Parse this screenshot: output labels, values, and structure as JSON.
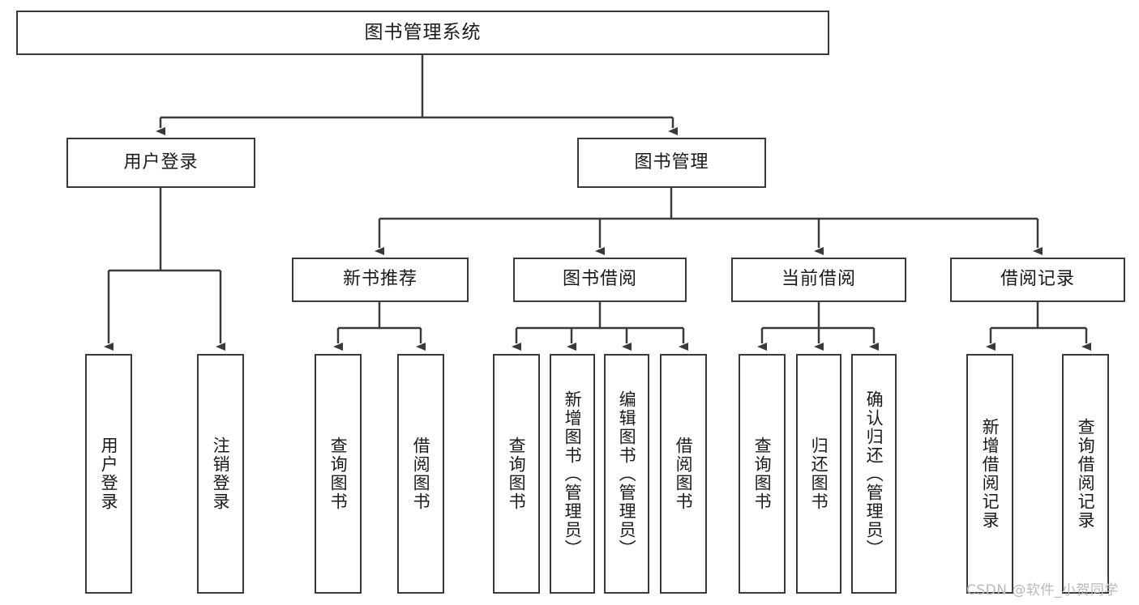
{
  "diagram": {
    "type": "tree-hierarchy",
    "title": "图书管理系统",
    "orientation": "top-down",
    "levels": 4,
    "root": {
      "id": "root",
      "label": "图书管理系统",
      "text_orientation": "horizontal"
    },
    "level2": [
      {
        "id": "user-login",
        "label": "用户登录",
        "text_orientation": "horizontal"
      },
      {
        "id": "book-manage",
        "label": "图书管理",
        "text_orientation": "horizontal"
      }
    ],
    "level3": [
      {
        "id": "new-book-recommend",
        "label": "新书推荐",
        "parent": "book-manage",
        "text_orientation": "horizontal"
      },
      {
        "id": "book-borrow",
        "label": "图书借阅",
        "parent": "book-manage",
        "text_orientation": "horizontal"
      },
      {
        "id": "current-borrow",
        "label": "当前借阅",
        "parent": "book-manage",
        "text_orientation": "horizontal"
      },
      {
        "id": "borrow-record",
        "label": "借阅记录",
        "parent": "book-manage",
        "text_orientation": "horizontal"
      }
    ],
    "leaves": [
      {
        "id": "leaf-user-login",
        "label": "用户登录",
        "parent": "user-login",
        "text_orientation": "vertical"
      },
      {
        "id": "leaf-user-logout",
        "label": "注销登录",
        "parent": "user-login",
        "text_orientation": "vertical"
      },
      {
        "id": "leaf-query-book-1",
        "label": "查询图书",
        "parent": "new-book-recommend",
        "text_orientation": "vertical"
      },
      {
        "id": "leaf-borrow-book-1",
        "label": "借阅图书",
        "parent": "new-book-recommend",
        "text_orientation": "vertical"
      },
      {
        "id": "leaf-query-book-2",
        "label": "查询图书",
        "parent": "book-borrow",
        "text_orientation": "vertical"
      },
      {
        "id": "leaf-add-book",
        "label": "新增图书（管理员）",
        "parent": "book-borrow",
        "text_orientation": "vertical"
      },
      {
        "id": "leaf-edit-book",
        "label": "编辑图书（管理员）",
        "parent": "book-borrow",
        "text_orientation": "vertical"
      },
      {
        "id": "leaf-borrow-book-2",
        "label": "借阅图书",
        "parent": "book-borrow",
        "text_orientation": "vertical"
      },
      {
        "id": "leaf-query-book-3",
        "label": "查询图书",
        "parent": "current-borrow",
        "text_orientation": "vertical"
      },
      {
        "id": "leaf-return-book",
        "label": "归还图书",
        "parent": "current-borrow",
        "text_orientation": "vertical"
      },
      {
        "id": "leaf-confirm-return",
        "label": "确认归还（管理员）",
        "parent": "current-borrow",
        "text_orientation": "vertical"
      },
      {
        "id": "leaf-add-record",
        "label": "新增借阅记录",
        "parent": "borrow-record",
        "text_orientation": "vertical"
      },
      {
        "id": "leaf-query-record",
        "label": "查询借阅记录",
        "parent": "borrow-record",
        "text_orientation": "vertical"
      }
    ]
  },
  "watermark": {
    "text": "CSDN @软件_小贺同学"
  },
  "colors": {
    "stroke": "#3a3a3a",
    "fill": "#ffffff",
    "text": "#1a1a1a",
    "watermark": "#b9b9b9"
  }
}
